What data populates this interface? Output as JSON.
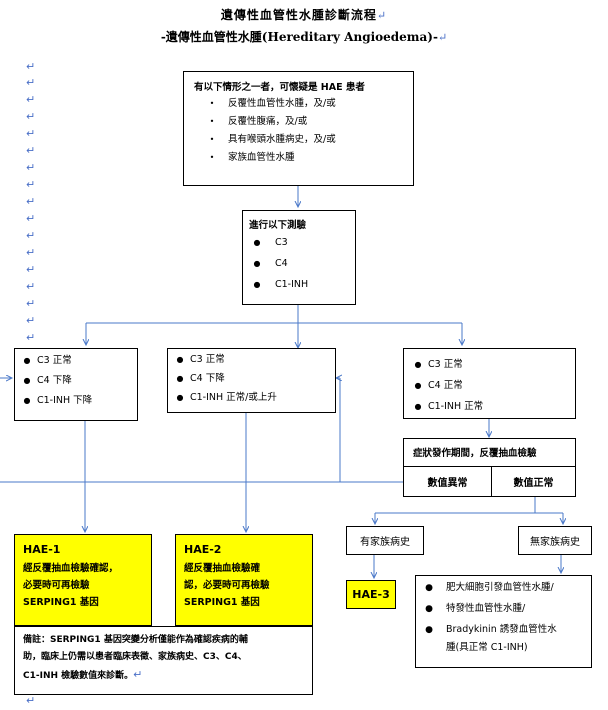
{
  "title": {
    "main": "遺傳性血管性水腫診斷流程",
    "sub": "-遺傳性血管性水腫(Hereditary Angioedema)-",
    "para_mark": "↵"
  },
  "suspect": {
    "header": "有以下情形之一者，可懷疑是 HAE 患者",
    "items": [
      "反覆性血管性水腫，及/或",
      "反覆性腹痛，及/或",
      "具有喉頭水腫病史，及/或",
      "家族血管性水腫"
    ]
  },
  "tests": {
    "header": "進行以下測驗",
    "items": [
      "C3",
      "C4",
      "C1-INH"
    ]
  },
  "branch_left": [
    "C3 正常",
    "C4 下降",
    "C1-INH  下降"
  ],
  "branch_mid": [
    "C3 正常",
    "C4 下降",
    "C1-INH  正常/或上升"
  ],
  "branch_right": [
    "C3 正常",
    "C4 正常",
    "C1-INH  正常"
  ],
  "repeat": {
    "header": "症狀發作期間，反覆抽血檢驗",
    "abnormal": "數值異常",
    "normal": "數值正常"
  },
  "family": {
    "with": "有家族病史",
    "without": "無家族病史"
  },
  "hae1": {
    "title": "HAE-1",
    "lines": [
      "經反覆抽血檢驗確認，",
      "必要時可再檢驗",
      "SERPING1 基因"
    ]
  },
  "hae2": {
    "title": "HAE-2",
    "lines": [
      "經反覆抽血檢驗確",
      "認，必要時可再檢驗",
      "SERPING1 基因"
    ]
  },
  "hae3": {
    "title": "HAE-3"
  },
  "others": [
    "肥大細胞引發血管性水腫/",
    "特發性血管性水腫/",
    "Bradykinin 誘發血管性水",
    "腫(具正常 C1-INH)"
  ],
  "note": {
    "lines": [
      "備註：SERPING1 基因突變分析僅能作為確認疾病的輔",
      "助，臨床上仍需以患者臨床表徵、家族病史、C3、C4、",
      "C1-INH 檢驗數值來診斷。"
    ]
  },
  "colors": {
    "arrow": "#4a78c8",
    "highlight": "#ffff00",
    "para_mark": "#4a6fc7"
  }
}
